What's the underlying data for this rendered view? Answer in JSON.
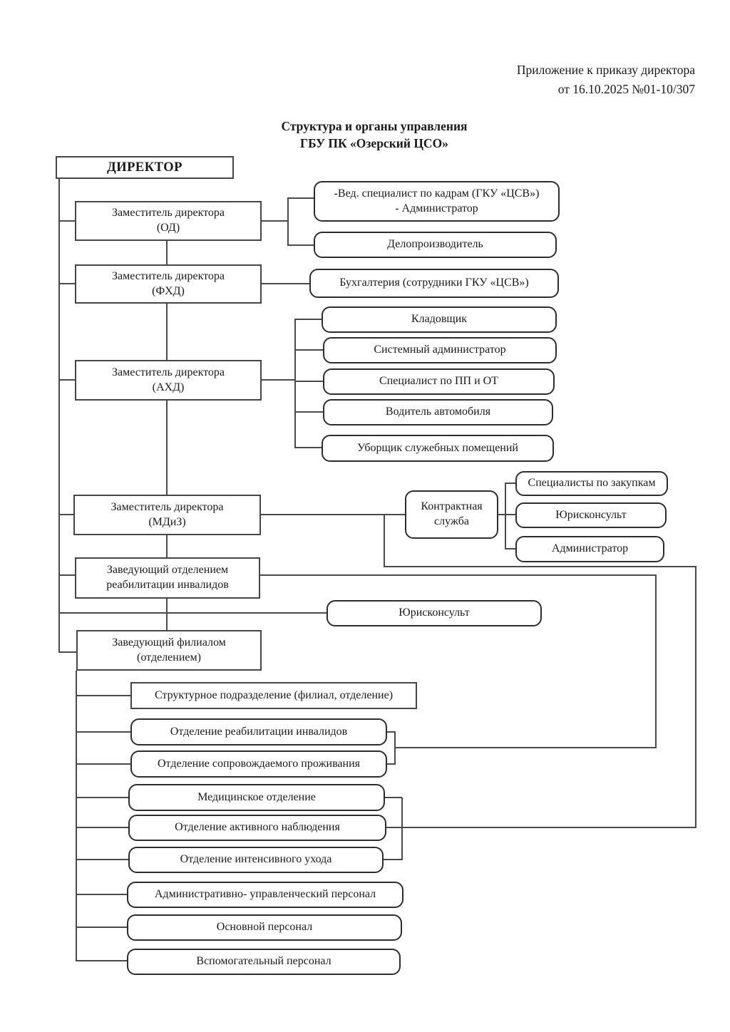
{
  "header": {
    "note": "Приложение к приказу директора\nот 16.10.2025 №01-10/307"
  },
  "title": {
    "text": "Структура и органы управления\nГБУ ПК «Озерский ЦСО»"
  },
  "nodes": {
    "director": "ДИРЕКТОР",
    "deputy_od": "Заместитель директора\n(ОД)",
    "kadry": "-Вед. специалист по кадрам (ГКУ «ЦСВ»)\n- Администратор",
    "deloproizvoditel": "Делопроизводитель",
    "deputy_fhd": "Заместитель директора\n(ФХД)",
    "buhgalteria": "Бухгалтерия (сотрудники ГКУ «ЦСВ»)",
    "deputy_ahd": "Заместитель директора\n(АХД)",
    "kladovshchik": "Кладовщик",
    "sysadmin": "Системный администратор",
    "pp_ot": "Специалист по ПП и ОТ",
    "voditel": "Водитель автомобиля",
    "uborshchik": "Уборщик служебных помещений",
    "deputy_mdiz": "Заместитель директора\n(МДиЗ)",
    "kontraktnaya": "Контрактная\nслужба",
    "zakupki": "Специалисты по закупкам",
    "yurist1": "Юрисконсульт",
    "administrator": "Администратор",
    "zav_otdel_reabil": "Заведующий отделением\nреабилитации инвалидов",
    "yurist2": "Юрисконсульт",
    "zav_filial": "Заведующий филиалом\n(отделением)",
    "strukt_podrazdelenie": "Структурное подразделение (филиал, отделение)",
    "otd_reabil": "Отделение реабилитации инвалидов",
    "otd_soprovozhd": "Отделение сопровождаемого проживания",
    "med_otdelenie": "Медицинское отделение",
    "otd_aktivnogo": "Отделение активного наблюдения",
    "otd_intensivnogo": "Отделение интенсивного ухода",
    "admin_personal": "Административно- управленческий персонал",
    "osnovnoy_personal": "Основной персонал",
    "vspomogat_personal": "Вспомогательный персонал"
  }
}
